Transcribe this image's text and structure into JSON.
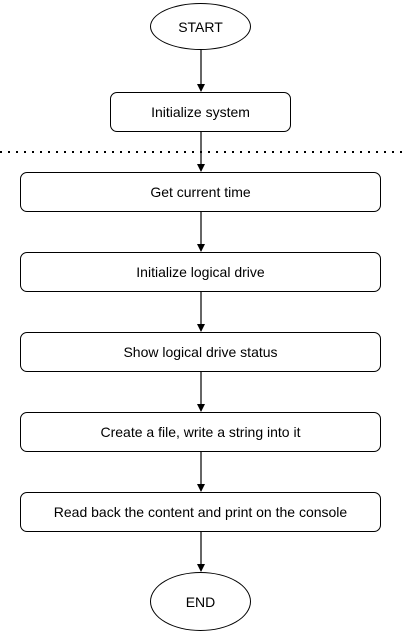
{
  "flowchart": {
    "start": {
      "label": "START"
    },
    "steps": [
      {
        "label": "Initialize system"
      },
      {
        "label": "Get current time"
      },
      {
        "label": "Initialize logical drive"
      },
      {
        "label": "Show logical drive status"
      },
      {
        "label": "Create a file, write a string into it"
      },
      {
        "label": "Read back the content and print on the console"
      }
    ],
    "end": {
      "label": "END"
    }
  },
  "colors": {
    "stroke": "#000000",
    "fill": "#ffffff"
  }
}
